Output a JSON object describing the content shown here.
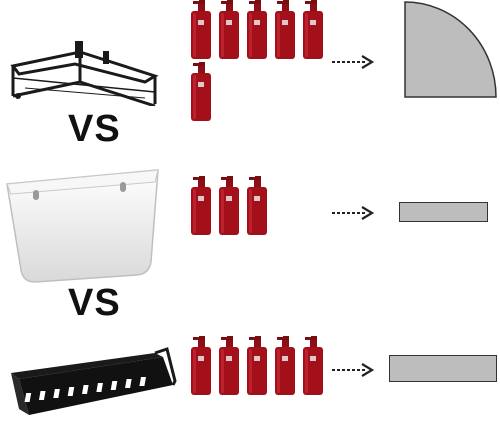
{
  "separators": [
    {
      "text": "VS"
    },
    {
      "text": "VS"
    }
  ],
  "rows": [
    {
      "product": "corner-rack",
      "bottle_count": 6,
      "footprint_shape": "quarter-circle"
    },
    {
      "product": "white-basket",
      "bottle_count": 3,
      "footprint_shape": "small-rectangle"
    },
    {
      "product": "rectangular-rack",
      "bottle_count": 5,
      "footprint_shape": "large-rectangle"
    }
  ],
  "colors": {
    "bottle": "#a3101a",
    "footprint_fill": "#bdbdbd",
    "footprint_stroke": "#333333",
    "rack": "#1a1a1a",
    "basket": "#f2f2f2"
  },
  "icons": {
    "arrow": "dashed-right-arrow-icon",
    "bottle": "shampoo-bottle-icon"
  }
}
